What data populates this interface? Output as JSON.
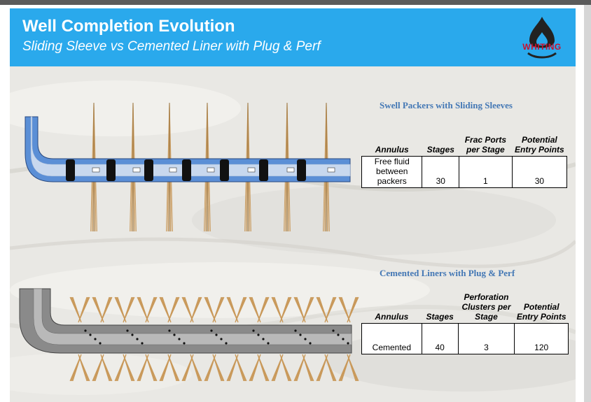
{
  "header": {
    "title": "Well Completion Evolution",
    "subtitle": "Sliding Sleeve vs Cemented Liner with Plug & Perf",
    "logo_text": "WHITING"
  },
  "colors": {
    "header_bg": "#2aa9ec",
    "section_title": "#4478b5",
    "liner_blue": "#5b8fd6",
    "cement_gray": "#8a8a8a",
    "fracture": "#c9995a",
    "logo_red": "#c8102e",
    "logo_dark": "#222222"
  },
  "sections": [
    {
      "title": "Swell Packers with Sliding Sleeves",
      "headers": [
        "Annulus",
        "Stages",
        "Frac Ports per Stage",
        "Potential Entry Points"
      ],
      "row": [
        "Free fluid between packers",
        "30",
        "1",
        "30"
      ]
    },
    {
      "title": "Cemented Liners with Plug & Perf",
      "headers": [
        "Annulus",
        "Stages",
        "Perforation Clusters per Stage",
        "Potential Entry Points"
      ],
      "row": [
        "Cemented",
        "40",
        "3",
        "120"
      ]
    }
  ]
}
